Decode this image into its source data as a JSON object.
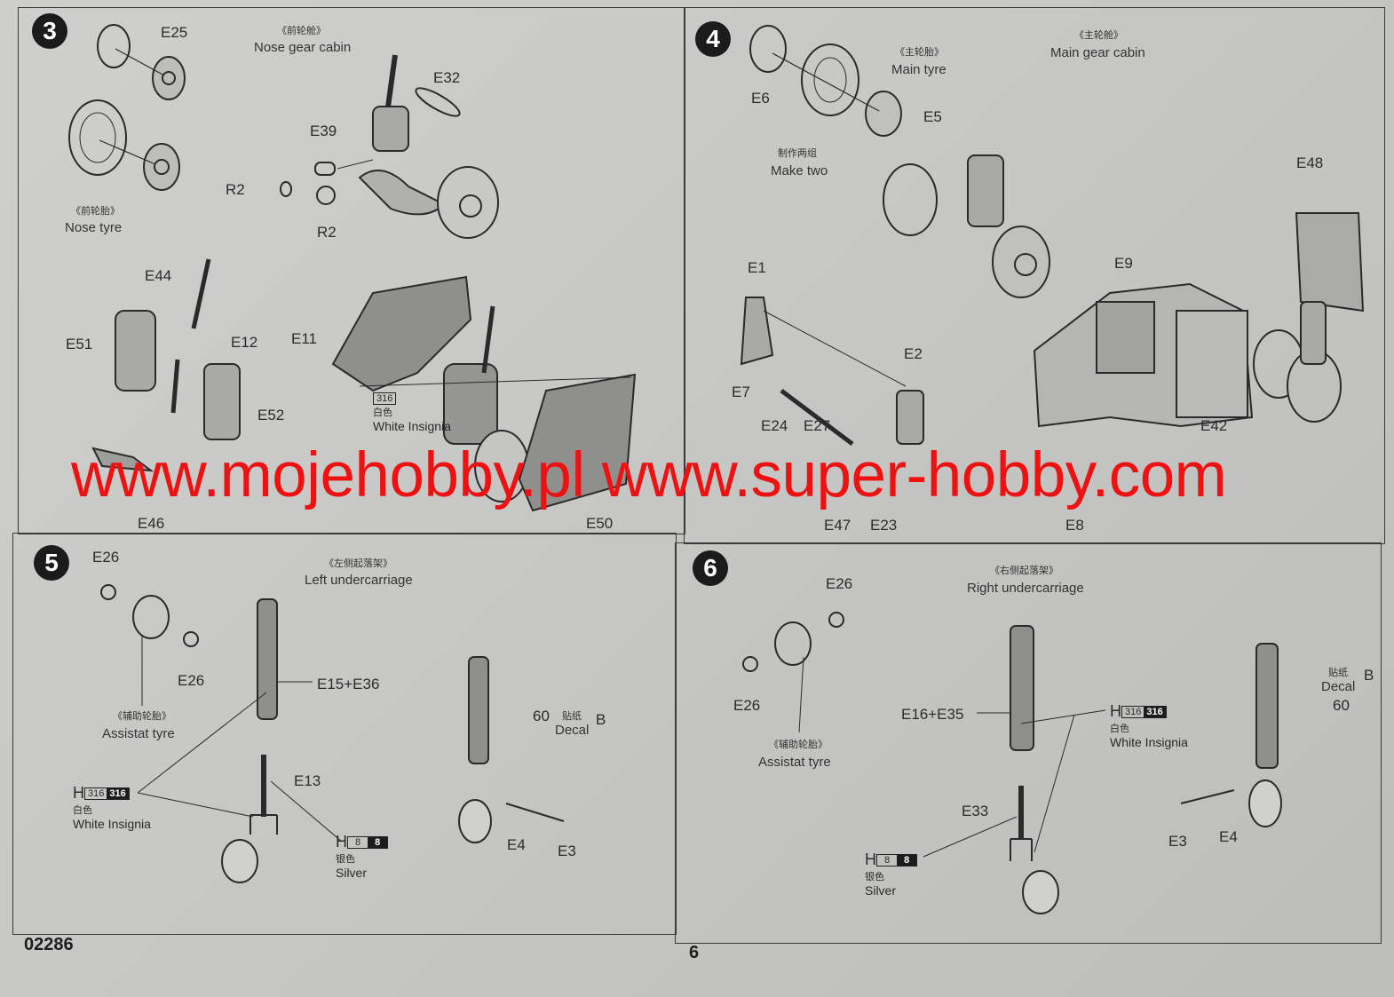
{
  "step3": {
    "number": "3",
    "cabin_cn": "《前轮舱》",
    "cabin_en": "Nose gear cabin",
    "tyre_cn": "《前轮胎》",
    "tyre_en": "Nose tyre",
    "parts": [
      "E25",
      "E32",
      "E39",
      "R2",
      "R2",
      "E44",
      "E51",
      "E12",
      "E11",
      "E52",
      "E46",
      "E50"
    ],
    "paint_code": "316",
    "paint_cn": "白色",
    "paint_en": "White Insignia"
  },
  "step4": {
    "number": "4",
    "tyre_cn": "《主轮胎》",
    "tyre_en": "Main tyre",
    "cabin_cn": "《主轮舱》",
    "cabin_en": "Main gear cabin",
    "make_cn": "制作两组",
    "make_en": "Make two",
    "parts": [
      "E6",
      "E5",
      "E48",
      "E9",
      "E1",
      "E2",
      "E7",
      "E24",
      "E27",
      "E47",
      "E23",
      "E8",
      "E42"
    ]
  },
  "step5": {
    "number": "5",
    "title_cn": "《左侧起落架》",
    "title_en": "Left undercarriage",
    "tyre_cn": "《辅助轮胎》",
    "tyre_en": "Assistat tyre",
    "parts": [
      "E26",
      "E26",
      "E15+E36",
      "E13",
      "E4",
      "E3"
    ],
    "decal_num": "60",
    "decal_cn": "贴纸",
    "decal_en": "Decal",
    "decal_sheet": "B",
    "paint1": {
      "prefix": "H",
      "code": "316",
      "cn": "白色",
      "en": "White Insignia"
    },
    "paint2": {
      "prefix": "H",
      "code": "8",
      "cn": "银色",
      "en": "Silver"
    }
  },
  "step6": {
    "number": "6",
    "title_cn": "《右侧起落架》",
    "title_en": "Right undercarriage",
    "tyre_cn": "《辅助轮胎》",
    "tyre_en": "Assistat tyre",
    "parts": [
      "E26",
      "E26",
      "E16+E35",
      "E33",
      "E3",
      "E4"
    ],
    "decal_num": "60",
    "decal_cn": "贴纸",
    "decal_en": "Decal",
    "decal_sheet": "B",
    "paint1": {
      "prefix": "H",
      "code": "316",
      "cn": "白色",
      "en": "White Insignia"
    },
    "paint2": {
      "prefix": "H",
      "code": "8",
      "cn": "银色",
      "en": "Silver"
    }
  },
  "watermark": "www.mojehobby.pl www.super-hobby.com",
  "footer": {
    "kit_number": "02286",
    "page_number": "6"
  }
}
